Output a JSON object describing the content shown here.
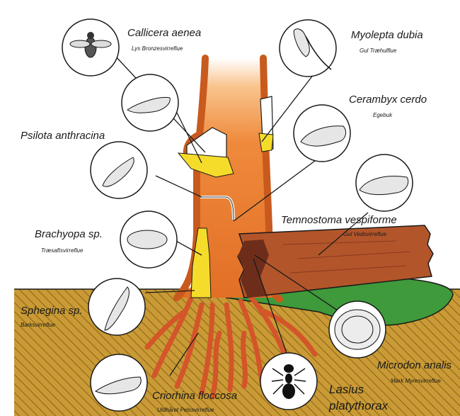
{
  "species": {
    "callicera": {
      "latin": "Callicera aenea",
      "common": "Lys Bronzesvirreflue"
    },
    "myolepta": {
      "latin": "Myolepta dubia",
      "common": "Gul Træhulflue"
    },
    "cerambyx": {
      "latin": "Cerambyx cerdo",
      "common": "Egebuk"
    },
    "psilota": {
      "latin": "Psilota anthracina"
    },
    "temnostoma": {
      "latin": "Temnostoma vespiforme",
      "common": "Gul Vedsvirreflue"
    },
    "brachyopa": {
      "latin": "Brachyopa sp.",
      "common": "Træsaftsvirreflue"
    },
    "sphegina": {
      "latin": "Sphegina sp.",
      "common": "Barksvirreflue"
    },
    "microdon": {
      "latin": "Microdon analis",
      "common": "Mørk Myresvirreflue"
    },
    "criorhina": {
      "latin": "Criorhina floccosa",
      "common": "Uldhåret Pelssvirreflue"
    },
    "lasius": {
      "latin_line1": "Lasius",
      "latin_line2": "platythorax"
    }
  },
  "colors": {
    "trunk": "#e8772e",
    "trunk_light": "#f7a45c",
    "sap_yellow": "#f6dc2a",
    "soil": "#c99a35",
    "moss": "#3e9a3a",
    "log": "#b3552b",
    "roots": "#d4552a",
    "outline": "#1a1a1a"
  }
}
